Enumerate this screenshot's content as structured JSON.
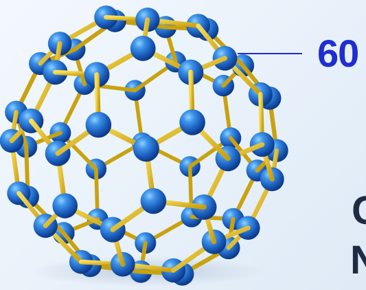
{
  "callout": {
    "number_label": "60"
  },
  "cutoff_text": {
    "line1": "C",
    "line2": "N"
  },
  "colors": {
    "atom": "#1f6fd1",
    "atom_highlight": "#7fc0ff",
    "bond": "#e8c21e",
    "bond_dark": "#b08a06",
    "callout_line": "#1e2ecf",
    "callout_text": "#1e2ecf",
    "body_text": "#1f2a44"
  },
  "molecule": {
    "atom_count": 60
  }
}
